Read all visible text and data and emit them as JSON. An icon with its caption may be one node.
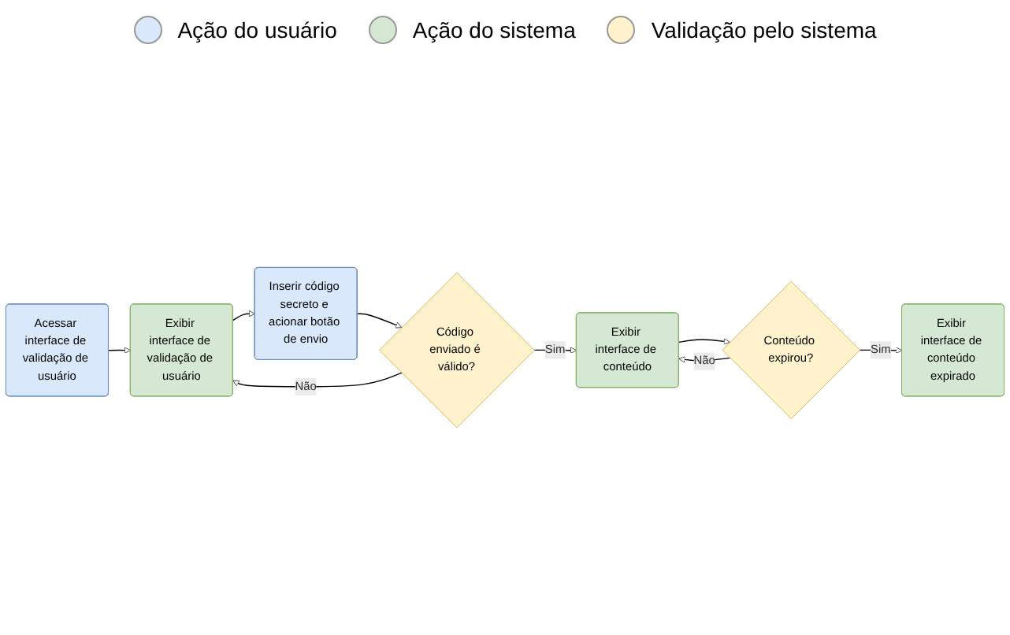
{
  "diagram": {
    "nodes": [
      {
        "text": [
          "Acessar interface de validação de usuário"
        ]
      },
      {
        "text": [
          "Exibir interface de validação de usuário"
        ]
      },
      {
        "text": [
          "Inserir código secreto e acionar botão de envio"
        ]
      },
      {
        "text": [
          "Código enviado é válido?"
        ]
      },
      {
        "text": [
          "Exibir interface de conteúdo"
        ]
      },
      {
        "text": [
          "Conteúdo expirou?"
        ]
      },
      {
        "text": [
          "Exibir interface de conteúdo expirado"
        ]
      }
    ],
    "edges": [
      {
        "from": 0,
        "to": 1,
        "arrow": "to"
      },
      {
        "from": 1,
        "to": 2,
        "arrow": "to"
      },
      {
        "from": 2,
        "to": 3,
        "arrow": "to"
      },
      {
        "from": 3,
        "to": 4,
        "label": "Sim",
        "arrow": "to"
      },
      {
        "from": 3,
        "to": 1,
        "label": "Não",
        "arrow": "to"
      },
      {
        "from": 4,
        "to": 5,
        "arrow": "to"
      },
      {
        "from": 5,
        "to": 6,
        "label": "Sim",
        "arrow": "to"
      },
      {
        "from": 5,
        "to": 4,
        "label": "Não",
        "arrow": "to"
      }
    ],
    "legend": [
      {
        "text": "Ação do usuário",
        "color": "#dae8fc"
      },
      {
        "text": "Ação do sistema",
        "color": "#d5e8d4"
      },
      {
        "text": "Validação pelo sistema",
        "color": "#fff2cc"
      }
    ]
  }
}
